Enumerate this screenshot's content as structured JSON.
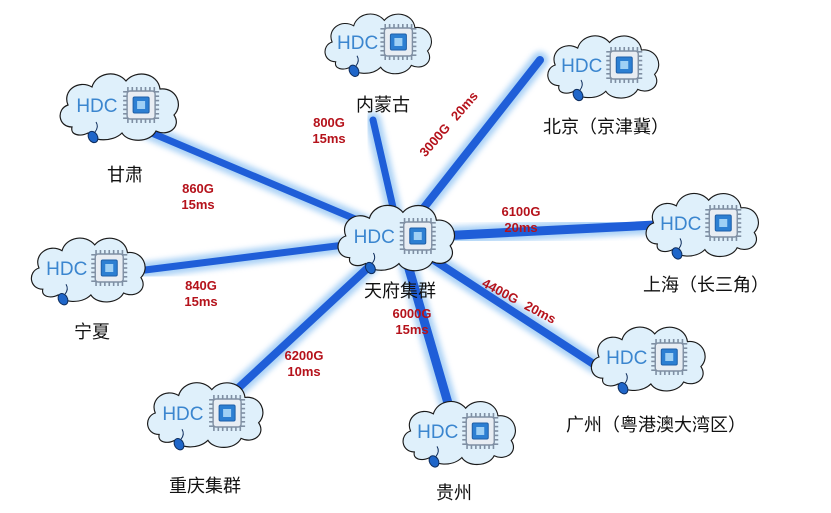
{
  "hub": {
    "hdc_text": "HDC",
    "label": "天府集群"
  },
  "nodes": [
    {
      "id": "neimenggu",
      "hdc_text": "HDC",
      "label": "内蒙古"
    },
    {
      "id": "beijing",
      "hdc_text": "HDC",
      "label": "北京（京津冀）"
    },
    {
      "id": "gansu",
      "hdc_text": "HDC",
      "label": "甘肃"
    },
    {
      "id": "ningxia",
      "hdc_text": "HDC",
      "label": "宁夏"
    },
    {
      "id": "shanghai",
      "hdc_text": "HDC",
      "label": "上海（长三角）"
    },
    {
      "id": "guangzhou",
      "hdc_text": "HDC",
      "label": "广州（粤港澳大湾区）"
    },
    {
      "id": "guizhou",
      "hdc_text": "HDC",
      "label": "贵州"
    },
    {
      "id": "chongqing",
      "hdc_text": "HDC",
      "label": "重庆集群"
    }
  ],
  "links": [
    {
      "to": "neimenggu",
      "bandwidth": "800G",
      "latency": "15ms"
    },
    {
      "to": "beijing",
      "bandwidth": "3000G",
      "latency": "20ms"
    },
    {
      "to": "gansu",
      "bandwidth": "860G",
      "latency": "15ms"
    },
    {
      "to": "ningxia",
      "bandwidth": "840G",
      "latency": "15ms"
    },
    {
      "to": "shanghai",
      "bandwidth": "6100G",
      "latency": "20ms"
    },
    {
      "to": "guangzhou",
      "bandwidth": "4400G",
      "latency": "20ms"
    },
    {
      "to": "guizhou",
      "bandwidth": "6000G",
      "latency": "15ms"
    },
    {
      "to": "chongqing",
      "bandwidth": "6200G",
      "latency": "10ms"
    }
  ],
  "colors": {
    "cloud_fill": "#dff0fb",
    "cloud_stroke": "#1a1a1a",
    "hdc_text": "#3b86cf",
    "link_core": "#1f5ed8",
    "link_glow": "#8fc3f3",
    "link_label": "#b5121b",
    "node_label": "#111111"
  },
  "icons": {
    "chip": "cpu-chip-icon",
    "mouse": "mouse-icon"
  }
}
